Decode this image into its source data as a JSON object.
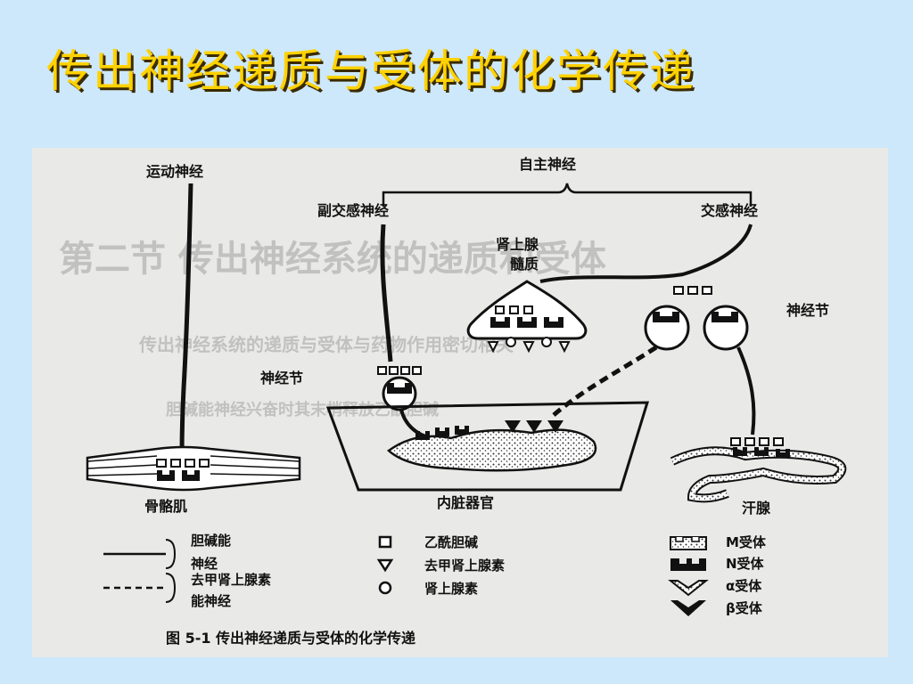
{
  "slide": {
    "title": "传出神经递质与受体的化学传递",
    "title_color": "#ffd200",
    "background_color": "#cde8fb"
  },
  "figure": {
    "labels": {
      "motor_nerve": "运动神经",
      "autonomic_nerve": "自主神经",
      "parasympathetic": "副交感神经",
      "sympathetic": "交感神经",
      "adrenal_medulla_line1": "肾上腺",
      "adrenal_medulla_line2": "髓质",
      "ganglion_left": "神经节",
      "ganglion_right": "神经节",
      "skeletal_muscle": "骨骼肌",
      "visceral_organ": "内脏器官",
      "sweat_gland": "汗腺"
    },
    "legend": {
      "cholinergic_line1": "胆碱能",
      "cholinergic_line2": "神经",
      "noradrenergic_line1": "去甲肾上腺素",
      "noradrenergic_line2": "能神经",
      "acetylcholine": "乙酰胆碱",
      "noradrenaline": "去甲肾上腺素",
      "adrenaline": "肾上腺素",
      "m_receptor": "M受体",
      "n_receptor": "N受体",
      "alpha_receptor": "α受体",
      "beta_receptor": "β受体"
    },
    "caption": "图 5-1    传出神经递质与受体的化学传递",
    "background_text": {
      "line1": "第二节  传出神经系统的递质和受体",
      "line2": "传出神经系统的递质与受体与药物作用密切相关",
      "line3": "胆碱能神经兴奋时其末梢释放乙酰胆碱"
    }
  }
}
